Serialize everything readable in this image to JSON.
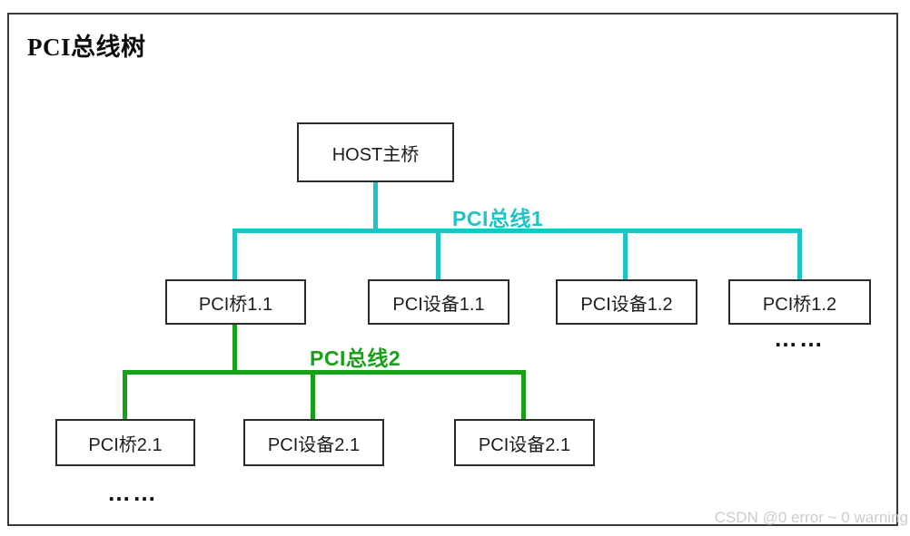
{
  "title": "PCI总线树",
  "colors": {
    "bus1": "#1fc3c3",
    "bus2": "#18a018",
    "box_border": "#2b2b2b",
    "outer_border": "#3a3a3a",
    "watermark": "#cccccc"
  },
  "diagram": {
    "nodes": {
      "host": "HOST主桥",
      "bridge11": "PCI桥1.1",
      "device11": "PCI设备1.1",
      "device12": "PCI设备1.2",
      "bridge12": "PCI桥1.2",
      "bridge21": "PCI桥2.1",
      "device21a": "PCI设备2.1",
      "device21b": "PCI设备2.1"
    },
    "buses": {
      "bus1_label": "PCI总线1",
      "bus2_label": "PCI总线2"
    },
    "ellipsis_under_bridge12": "……",
    "ellipsis_under_bridge21": "……"
  },
  "watermark": "CSDN @0 error ~ 0 warning"
}
